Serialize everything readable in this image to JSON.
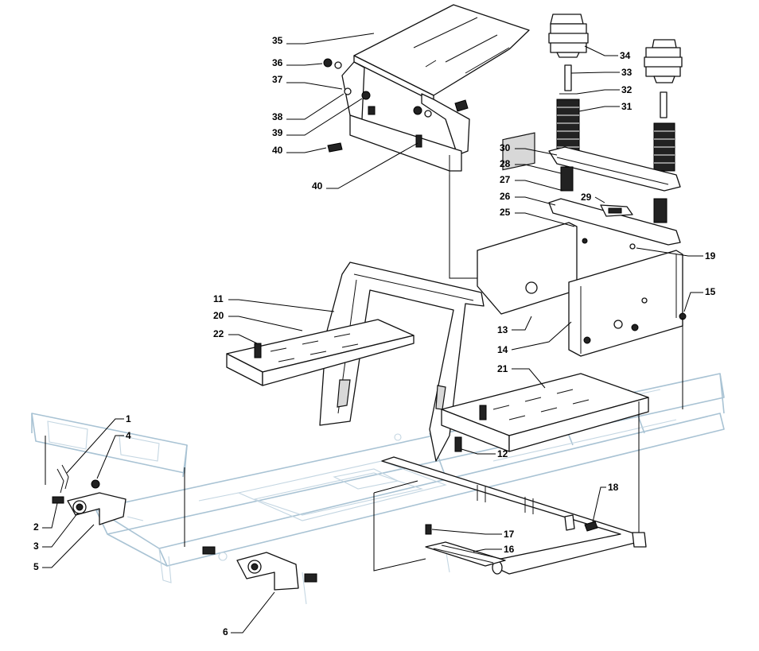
{
  "diagram": {
    "type": "exploded-parts-view",
    "callouts": [
      "1",
      "2",
      "3",
      "4",
      "5",
      "6",
      "11",
      "12",
      "13",
      "14",
      "15",
      "16",
      "17",
      "18",
      "19",
      "20",
      "21",
      "22",
      "25",
      "26",
      "27",
      "28",
      "29",
      "30",
      "31",
      "32",
      "33",
      "34",
      "35",
      "36",
      "37",
      "38",
      "39",
      "40",
      "40"
    ]
  }
}
